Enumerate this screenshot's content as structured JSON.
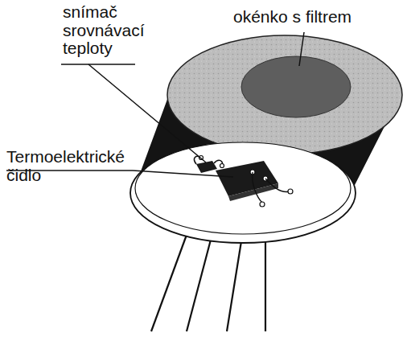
{
  "diagram": {
    "labels": [
      "snímač srovnávací teploty",
      "okénko s filtrem",
      "Termoelektrické čidlo"
    ]
  }
}
